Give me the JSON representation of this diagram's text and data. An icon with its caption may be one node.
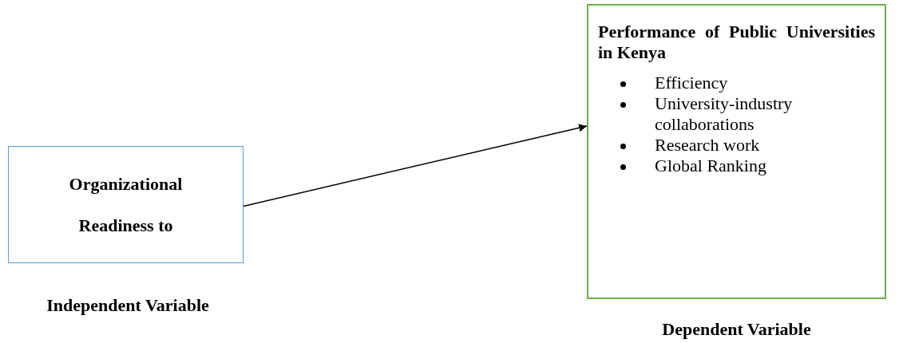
{
  "diagram": {
    "nodes": [
      {
        "text": [
          "Organizational",
          "Readiness to"
        ],
        "beside": [
          "Independent Variable"
        ]
      },
      {
        "text": [
          "Performance of Public Universities in Kenya",
          "Efficiency",
          "University-industry collaborations",
          "Research work",
          "Global Ranking"
        ],
        "beside": [
          "Dependent Variable"
        ]
      }
    ],
    "edges": [
      {
        "from": 0,
        "to": 1,
        "arrow": "to"
      }
    ]
  }
}
